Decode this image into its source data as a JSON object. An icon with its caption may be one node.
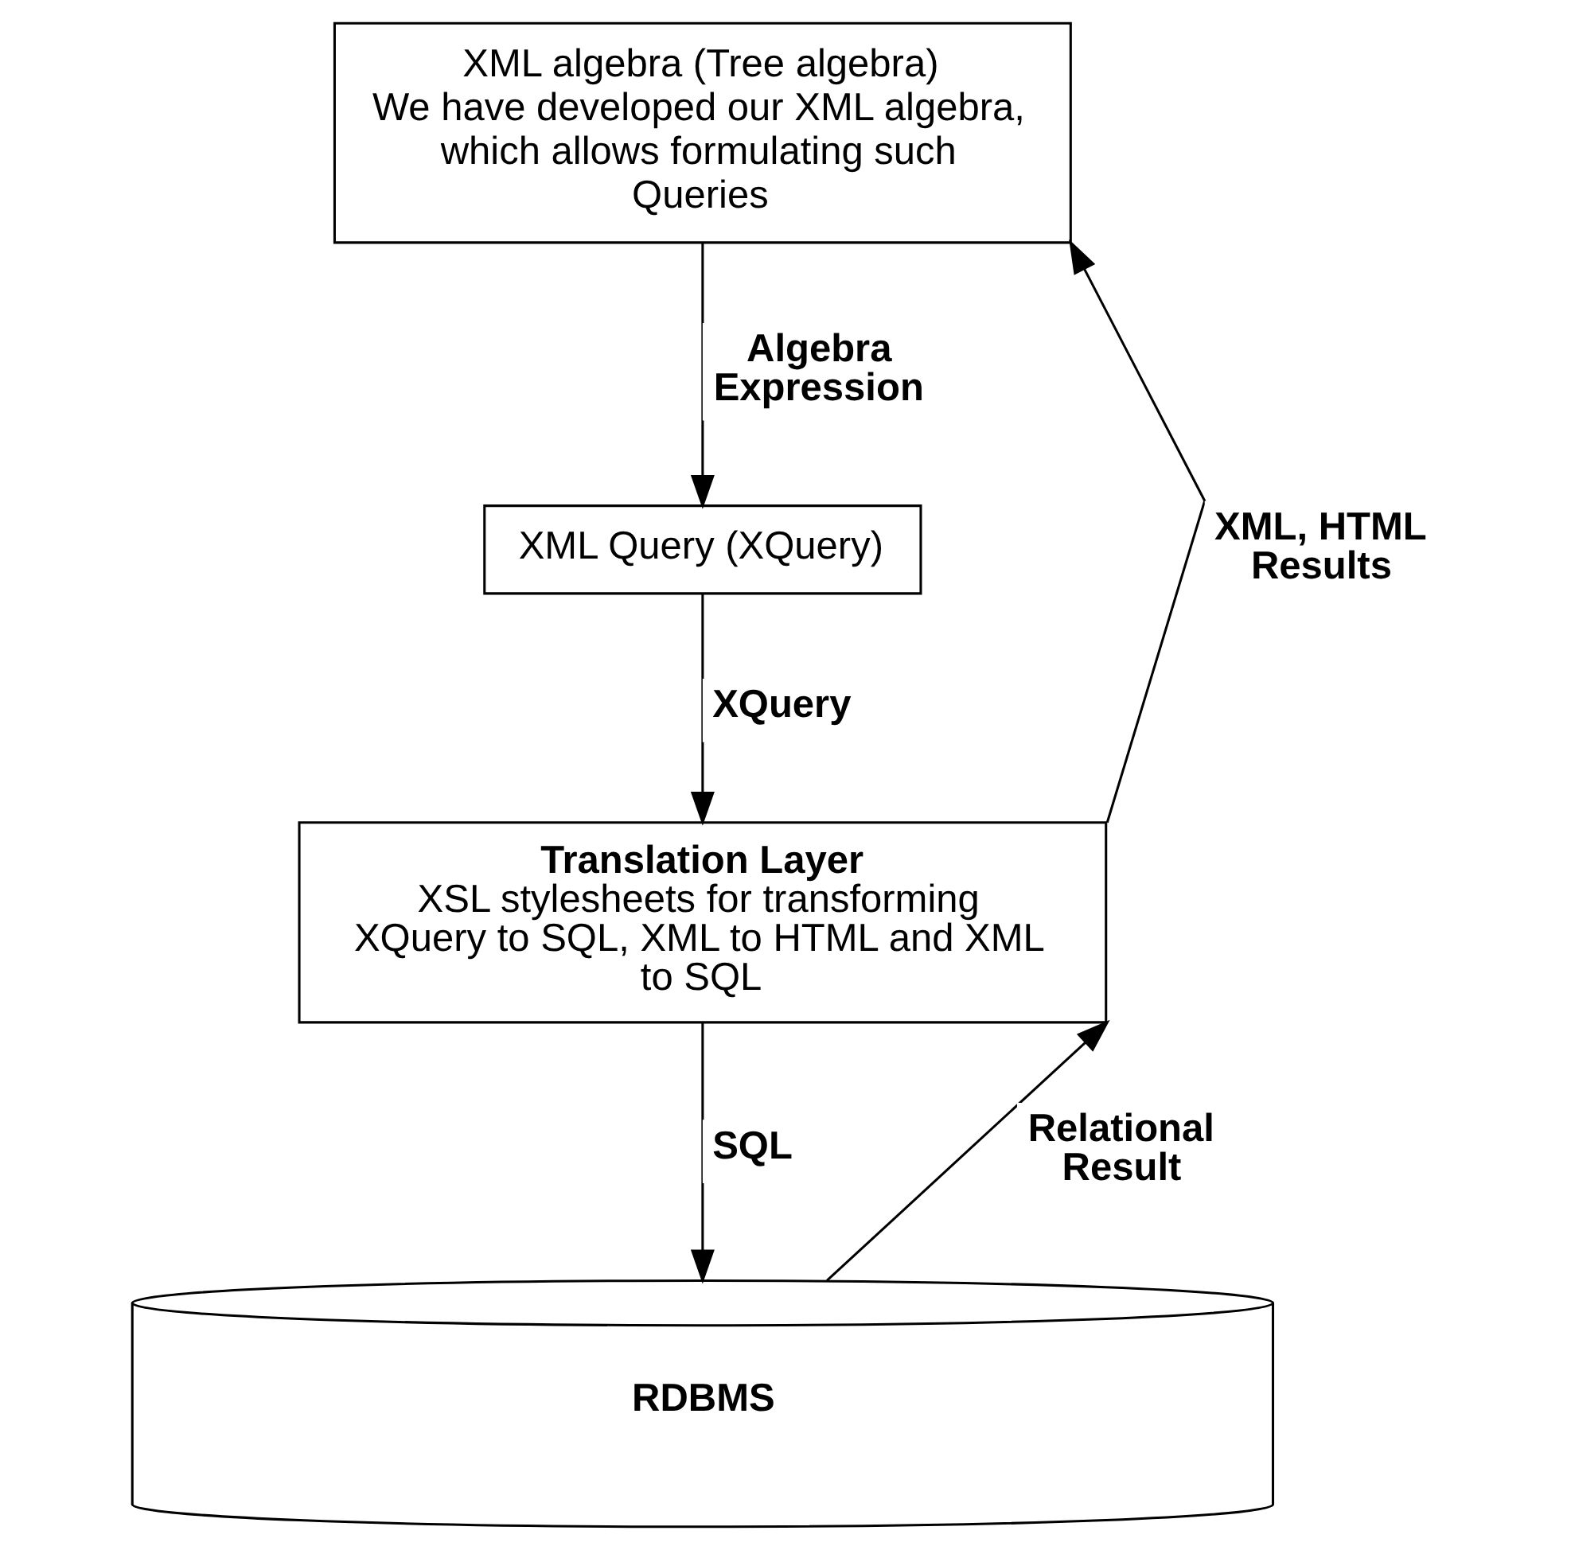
{
  "diagram": {
    "nodes": [
      {
        "text": [
          "XML algebra (Tree algebra)",
          "We have developed our XML algebra, which allows formulating such Queries"
        ]
      },
      {
        "text": [
          "XML Query (XQuery)"
        ]
      },
      {
        "text": [
          "Translation Layer",
          "XSL stylesheets for transforming XQuery to SQL, XML to HTML and XML to SQL"
        ]
      },
      {
        "text": [
          "RDBMS"
        ]
      }
    ],
    "edges": [
      {
        "from": 0,
        "to": 1,
        "arrow": "to",
        "label": "Algebra Expression"
      },
      {
        "from": 1,
        "to": 2,
        "arrow": "to",
        "label": "XQuery"
      },
      {
        "from": 2,
        "to": 0,
        "arrow": "to",
        "label": "XML, HTML Results"
      },
      {
        "from": 2,
        "to": 3,
        "arrow": "to",
        "label": "SQL"
      },
      {
        "from": 3,
        "to": 2,
        "arrow": "to",
        "label": "Relational Result"
      }
    ]
  }
}
